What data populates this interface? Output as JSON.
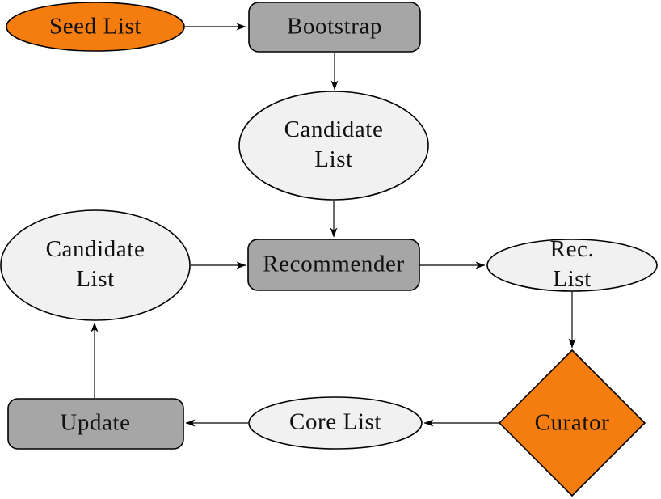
{
  "diagram": {
    "type": "flowchart",
    "colors": {
      "node_gray": "#a6a6a6",
      "node_light": "#f1f1f1",
      "accent_orange": "#f57c0e",
      "stroke": "#000000",
      "background": "#ffffff",
      "text": "#111111"
    },
    "nodes": [
      {
        "id": "seed-list",
        "label": "Seed List",
        "shape": "ellipse",
        "fill": "accent_orange"
      },
      {
        "id": "bootstrap",
        "label": "Bootstrap",
        "shape": "rounded-rect",
        "fill": "node_gray"
      },
      {
        "id": "candidate-list-top",
        "label": "Candidate\nList",
        "shape": "ellipse",
        "fill": "node_light"
      },
      {
        "id": "recommender",
        "label": "Recommender",
        "shape": "rounded-rect",
        "fill": "node_gray"
      },
      {
        "id": "candidate-list-left",
        "label": "Candidate\nList",
        "shape": "ellipse",
        "fill": "node_light"
      },
      {
        "id": "rec-list",
        "label": "Rec.  List",
        "shape": "ellipse",
        "fill": "node_light"
      },
      {
        "id": "curator",
        "label": "Curator",
        "shape": "diamond",
        "fill": "accent_orange"
      },
      {
        "id": "core-list",
        "label": "Core List",
        "shape": "ellipse",
        "fill": "node_light"
      },
      {
        "id": "update",
        "label": "Update",
        "shape": "rounded-rect",
        "fill": "node_gray"
      }
    ],
    "edges": [
      {
        "from": "seed-list",
        "to": "bootstrap"
      },
      {
        "from": "bootstrap",
        "to": "candidate-list-top"
      },
      {
        "from": "candidate-list-top",
        "to": "recommender"
      },
      {
        "from": "candidate-list-left",
        "to": "recommender"
      },
      {
        "from": "recommender",
        "to": "rec-list"
      },
      {
        "from": "rec-list",
        "to": "curator"
      },
      {
        "from": "curator",
        "to": "core-list"
      },
      {
        "from": "core-list",
        "to": "update"
      },
      {
        "from": "update",
        "to": "candidate-list-left"
      }
    ]
  }
}
